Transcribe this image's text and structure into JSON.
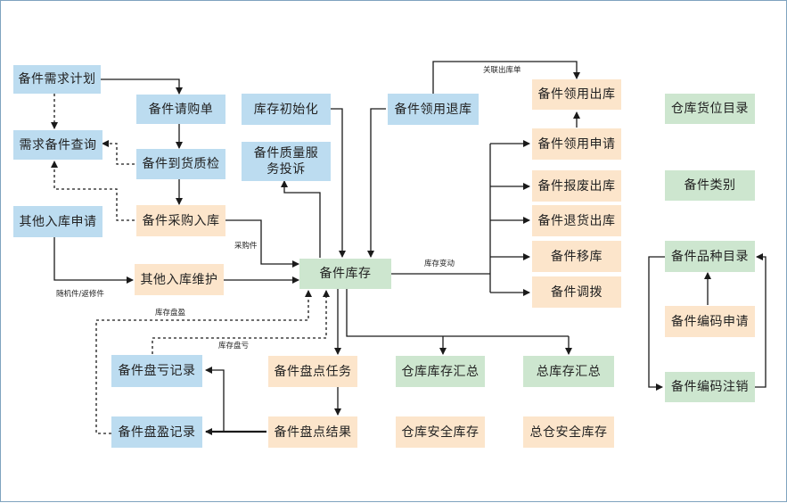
{
  "nodes": {
    "demand_plan": "备件需求计划",
    "purchase_order": "备件请购单",
    "inventory_init": "库存初始化",
    "requisition_return": "备件领用退库",
    "requisition_out": "备件领用出库",
    "warehouse_catalog": "仓库货位目录",
    "demand_query": "需求备件查询",
    "arrival_inspection": "备件到货质检",
    "quality_complaint": "备件质量服务投诉",
    "requisition_apply": "备件领用申请",
    "scrap_out": "备件报废出库",
    "category": "备件类别",
    "other_in_apply": "其他入库申请",
    "purchase_in": "备件采购入库",
    "return_goods_out": "备件退货出库",
    "transfer": "备件移库",
    "variety_catalog": "备件品种目录",
    "other_in_maint": "其他入库维护",
    "inventory": "备件库存",
    "allocation": "备件调拨",
    "code_apply": "备件编码申请",
    "loss_record": "备件盘亏记录",
    "stocktake_task": "备件盘点任务",
    "warehouse_summary": "仓库库存汇总",
    "total_summary": "总库存汇总",
    "code_cancel": "备件编码注销",
    "surplus_record": "备件盘盈记录",
    "stocktake_result": "备件盘点结果",
    "warehouse_safety": "仓库安全库存",
    "total_safety": "总仓安全库存"
  },
  "edge_labels": {
    "related_out": "关联出库单",
    "purchased": "采购件",
    "stock_change": "库存变动",
    "random_repair": "随机件/返修件",
    "surplus": "库存盘盈",
    "loss": "库存盘亏"
  },
  "colors": {
    "blue": "#bcdcf0",
    "orange": "#fce5cb",
    "green": "#cde6cf",
    "line": "#1a1a1a",
    "frame": "#7fa3bf"
  }
}
